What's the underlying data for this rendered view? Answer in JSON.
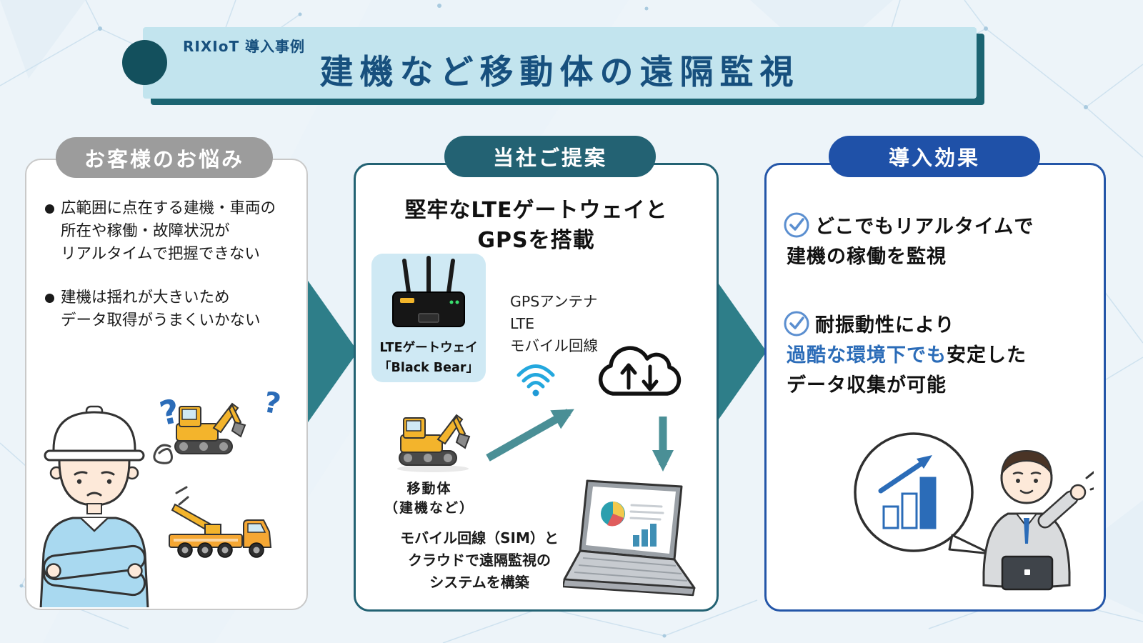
{
  "header": {
    "tag": "RIXIoT 導入事例",
    "title": "建機など移動体の遠隔監視"
  },
  "problems": {
    "pill": "お客様のお悩み",
    "bullet1": {
      "line1": "広範囲に点在する建機・車両の",
      "line2": "所在や稼働・故障状況が",
      "line3": "リアルタイムで把握できない"
    },
    "bullet2": {
      "line1": "建機は揺れが大きいため",
      "line2": "データ取得がうまくいかない"
    }
  },
  "proposal": {
    "pill": "当社ご提案",
    "heading_line1": "堅牢なLTEゲートウェイと",
    "heading_line2": "GPSを搭載",
    "gateway_label1": "LTEゲートウェイ",
    "gateway_label2": "「Black Bear」",
    "net_item1": "GPSアンテナ",
    "net_item2": "LTE",
    "net_item3": "モバイル回線",
    "mobile_label1": "移動体",
    "mobile_label2": "（建機など）",
    "bottom_line1": "モバイル回線（SIM）と",
    "bottom_line2": "クラウドで遠隔監視の",
    "bottom_line3": "システムを構築"
  },
  "effects": {
    "pill": "導入効果",
    "item1_line1": "どこでもリアルタイムで",
    "item1_line2": "建機の稼働を監視",
    "item2_line1": "耐振動性により",
    "item2_line2_highlight": "過酷な環境下でも",
    "item2_line2_rest": "安定した",
    "item2_line3": "データ収集が可能"
  },
  "illustrations": {
    "question_mark": "?"
  },
  "colors": {
    "background": "#edf4f9",
    "banner_bg": "#c2e4ee",
    "banner_shadow": "#1b6472",
    "title_text": "#17507e",
    "accent_circle": "#13505d",
    "pill_gray": "#9c9c9c",
    "pill_teal": "#236273",
    "pill_blue": "#1f51a8",
    "flow_arrow_teal": "#2e7e89",
    "diagram_arrow_teal": "#4a8f96",
    "highlight_blue": "#2b6cb8",
    "check_blue": "#5b8fd0",
    "machine_yellow": "#f3b42c",
    "gateway_box_bg": "#cfe9f4"
  }
}
